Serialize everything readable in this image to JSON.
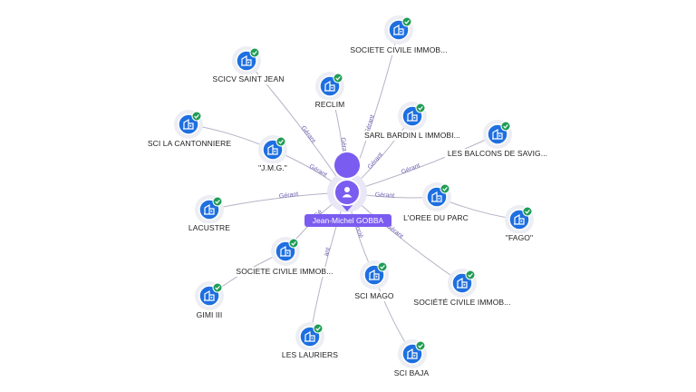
{
  "center": {
    "name": "Jean-Michel GOBBA",
    "icon": "person-icon"
  },
  "colors": {
    "accent": "#7b5cf0",
    "company": "#1e6fe0",
    "check": "#1f9d55",
    "edge": "#b7b3c6"
  },
  "companies": [
    {
      "id": "societe-civile-top",
      "name": "SOCIETE CIVILE IMMOB...",
      "parent": "center",
      "edge_label": "Gérant"
    },
    {
      "id": "scicv-saint-jean",
      "name": "SCICV SAINT JEAN",
      "parent": "center",
      "edge_label": "Gérant"
    },
    {
      "id": "reclim",
      "name": "RECLIM",
      "parent": "center",
      "edge_label": "Gérant"
    },
    {
      "id": "sarl-bardin",
      "name": "SARL BARDIN L IMMOBI...",
      "parent": "center",
      "edge_label": "Gérant"
    },
    {
      "id": "les-balcons",
      "name": "LES BALCONS DE SAVIG...",
      "parent": "center",
      "edge_label": "Gérant"
    },
    {
      "id": "sci-la-cantonniere",
      "name": "SCI LA CANTONNIERE",
      "parent": "jmg",
      "edge_label": ""
    },
    {
      "id": "jmg",
      "name": "\"J.M.G.\"",
      "parent": "center",
      "edge_label": "Gérant"
    },
    {
      "id": "lacustre",
      "name": "LACUSTRE",
      "parent": "center",
      "edge_label": "Gérant"
    },
    {
      "id": "loree-du-parc",
      "name": "L'OREE DU PARC",
      "parent": "center",
      "edge_label": "Gérant"
    },
    {
      "id": "fago",
      "name": "\"FAGO\"",
      "parent": "loree-du-parc",
      "edge_label": ""
    },
    {
      "id": "societe-civile-left",
      "name": "SOCIETE CIVILE IMMOB...",
      "parent": "center",
      "edge_label": "Gé"
    },
    {
      "id": "gimi-iii",
      "name": "GIMI III",
      "parent": "societe-civile-left",
      "edge_label": ""
    },
    {
      "id": "les-lauriers",
      "name": "LES LAURIERS",
      "parent": "center",
      "edge_label": "ant"
    },
    {
      "id": "sci-mago",
      "name": "SCI MAGO",
      "parent": "center",
      "edge_label": "Associé"
    },
    {
      "id": "sci-baja",
      "name": "SCI BAJA",
      "parent": "sci-mago",
      "edge_label": ""
    },
    {
      "id": "societe-civile-right",
      "name": "SOCIÉTÉ CIVILE IMMOB...",
      "parent": "center",
      "edge_label": "Gérant"
    }
  ]
}
